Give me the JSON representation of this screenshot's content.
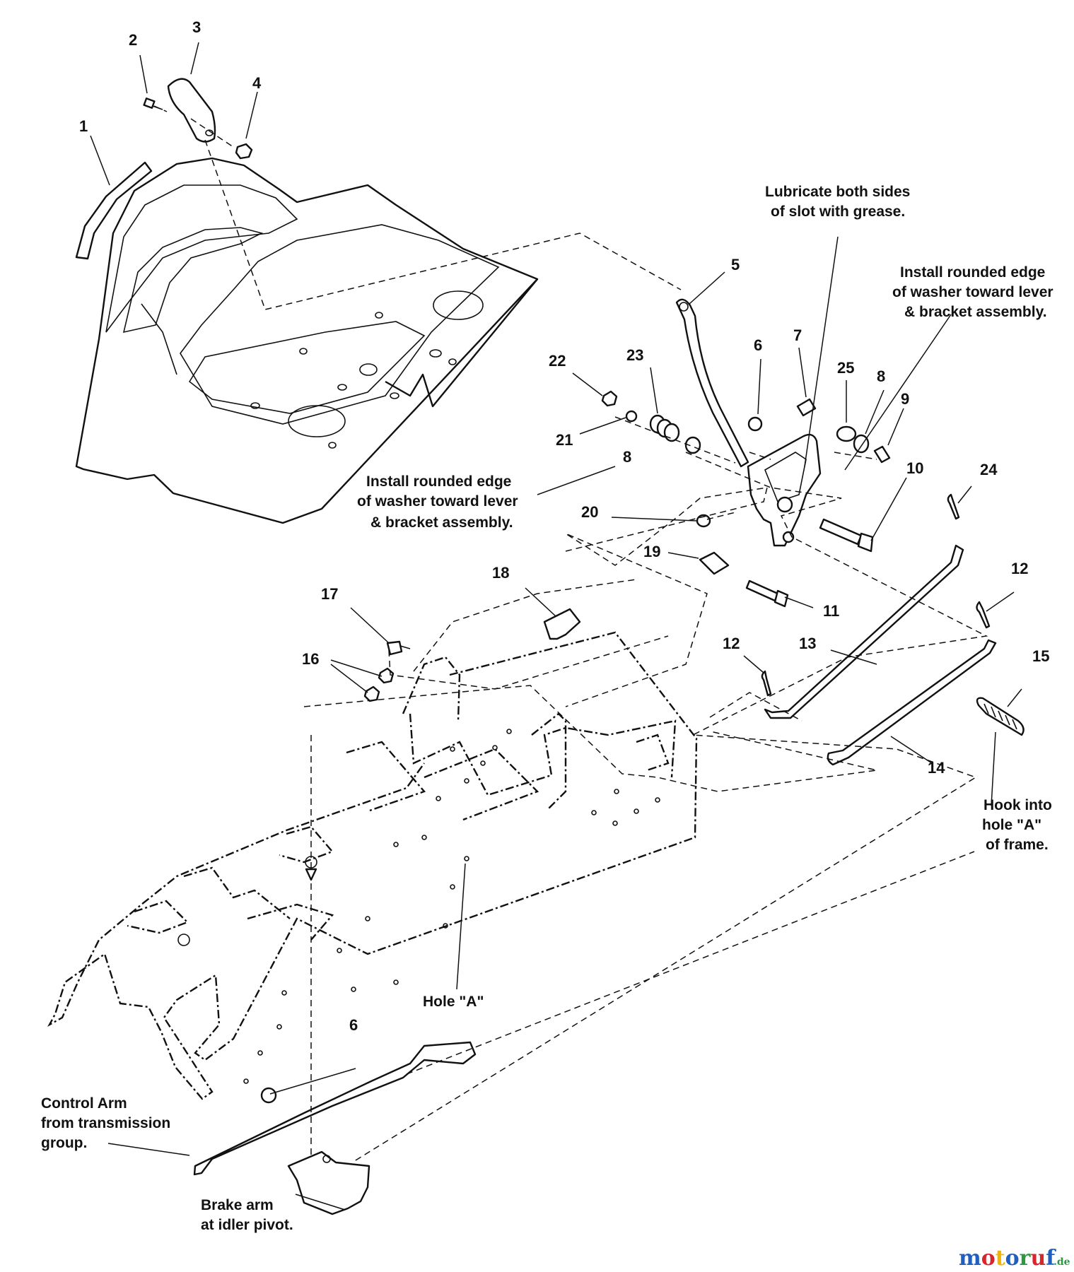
{
  "parts": [
    {
      "number": "1"
    },
    {
      "number": "2"
    },
    {
      "number": "3"
    },
    {
      "number": "4"
    },
    {
      "number": "5"
    },
    {
      "number": "6"
    },
    {
      "number": "7"
    },
    {
      "number": "25"
    },
    {
      "number": "8"
    },
    {
      "number": "9"
    },
    {
      "number": "22"
    },
    {
      "number": "23"
    },
    {
      "number": "21"
    },
    {
      "number": "8"
    },
    {
      "number": "10"
    },
    {
      "number": "24"
    },
    {
      "number": "20"
    },
    {
      "number": "19"
    },
    {
      "number": "11"
    },
    {
      "number": "12"
    },
    {
      "number": "18"
    },
    {
      "number": "17"
    },
    {
      "number": "16"
    },
    {
      "number": "13"
    },
    {
      "number": "12"
    },
    {
      "number": "15"
    },
    {
      "number": "14"
    },
    {
      "number": "6"
    }
  ],
  "notes": {
    "lubricate": [
      "Lubricate both sides",
      "of slot with grease."
    ],
    "washer_right": [
      "Install rounded edge",
      "of washer toward lever",
      "& bracket assembly."
    ],
    "washer_left": [
      "Install rounded edge",
      "of washer toward lever",
      "& bracket assembly."
    ],
    "hook": [
      "Hook into",
      "hole \"A\"",
      "of frame."
    ],
    "hole_a": "Hole \"A\"",
    "control_arm": [
      "Control Arm",
      "from transmission",
      "group."
    ],
    "brake_arm": [
      "Brake arm",
      "at idler pivot."
    ]
  },
  "watermark": {
    "text": "motoruf",
    "suffix": ".de",
    "colors": [
      "#1f5fbf",
      "#d8262b",
      "#f2b400",
      "#1f5fbf",
      "#2b9a3f",
      "#d8262b",
      "#1f5fbf"
    ]
  }
}
